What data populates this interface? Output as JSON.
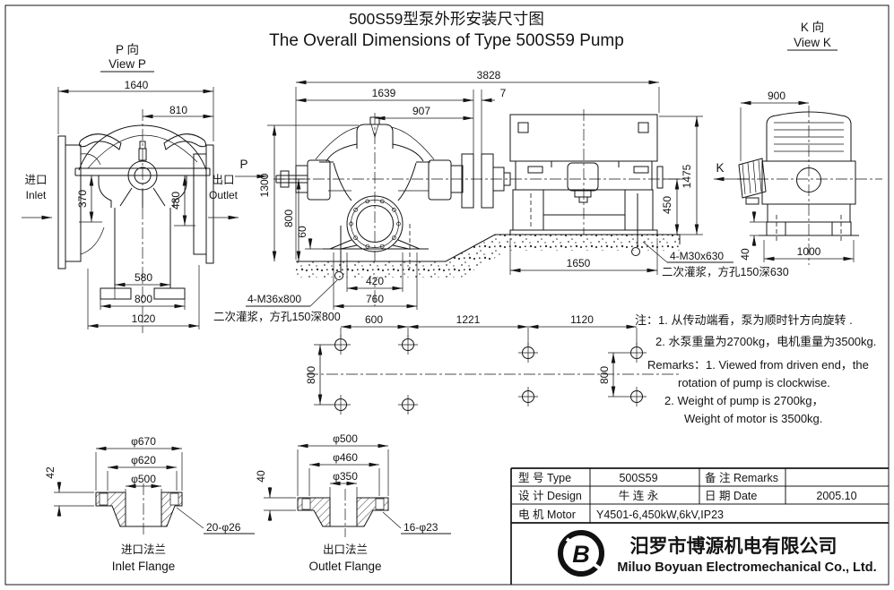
{
  "title": {
    "zh": "500S59型泵外形安装尺寸图",
    "en": "The Overall Dimensions of Type 500S59 Pump"
  },
  "view_p": {
    "heading_zh": "P 向",
    "heading_en": "View P",
    "inlet_zh": "进口",
    "inlet_en": "Inlet",
    "outlet_zh": "出口",
    "outlet_en": "Outlet",
    "dims": {
      "overall_width": "1640",
      "center_to_outlet": "810",
      "inlet_axis": "370",
      "outlet_axis": "480",
      "base_inner": "580",
      "base_mid": "800",
      "base_outer": "1020"
    }
  },
  "main_view": {
    "p_label": "P",
    "k_label": "K",
    "dims": {
      "total_length": "3828",
      "pump_unit_length": "1639",
      "center_to_coupling": "907",
      "coupling_gap": "7",
      "height_top": "1300",
      "shaft_height": "800",
      "grout_thickness": "60",
      "foot_inner": "420",
      "foot_outer": "760",
      "motor_base": "1650",
      "motor_height": "1475",
      "motor_axis_height": "450"
    },
    "pump_anchor": {
      "bolt": "4-M36x800",
      "grout": "二次灌浆，方孔150深800"
    },
    "motor_anchor": {
      "bolt": "4-M30x630",
      "grout": "二次灌浆，方孔150深630"
    }
  },
  "foundation_plan": {
    "dims": {
      "span_1": "600",
      "span_2": "1221",
      "span_3": "1120",
      "row_left": "800",
      "row_right": "800"
    }
  },
  "k_view": {
    "heading_zh": "K 向",
    "heading_en": "View K",
    "dims": {
      "width": "900",
      "base_width": "1000",
      "grout": "40"
    }
  },
  "notes": {
    "zh_1": "注：1. 从传动端看，泵为顺时针方向旋转 .",
    "zh_2": "2. 水泵重量为2700kg，电机重量为3500kg.",
    "en_1": "Remarks：1. Viewed from driven end，the",
    "en_2": "rotation of pump is  clockwise.",
    "en_3": "2. Weight of pump is 2700kg，",
    "en_4": "Weight of motor is 3500kg."
  },
  "flange_inlet": {
    "od": "φ670",
    "bcd": "φ620",
    "bore": "φ500",
    "thickness": "42",
    "holes": "20-φ26",
    "label_zh": "进口法兰",
    "label_en": "Inlet Flange"
  },
  "flange_outlet": {
    "od": "φ500",
    "bcd": "φ460",
    "bore": "φ350",
    "thickness": "40",
    "holes": "16-φ23",
    "label_zh": "出口法兰",
    "label_en": "Outlet Flange"
  },
  "title_block": {
    "rows": [
      {
        "label": "型 号 Type",
        "value": "500S59",
        "label2": "备 注 Remarks",
        "value2": ""
      },
      {
        "label": "设 计 Design",
        "value": "牛 连 永",
        "label2": "日 期 Date",
        "value2": "2005.10"
      },
      {
        "label": "电 机 Motor",
        "value": "Y4501-6,450kW,6kV,IP23"
      }
    ],
    "company_zh": "汨罗市博源机电有限公司",
    "company_en": "Miluo Boyuan Electromechanical Co., Ltd.",
    "logo_glyph": "B"
  }
}
